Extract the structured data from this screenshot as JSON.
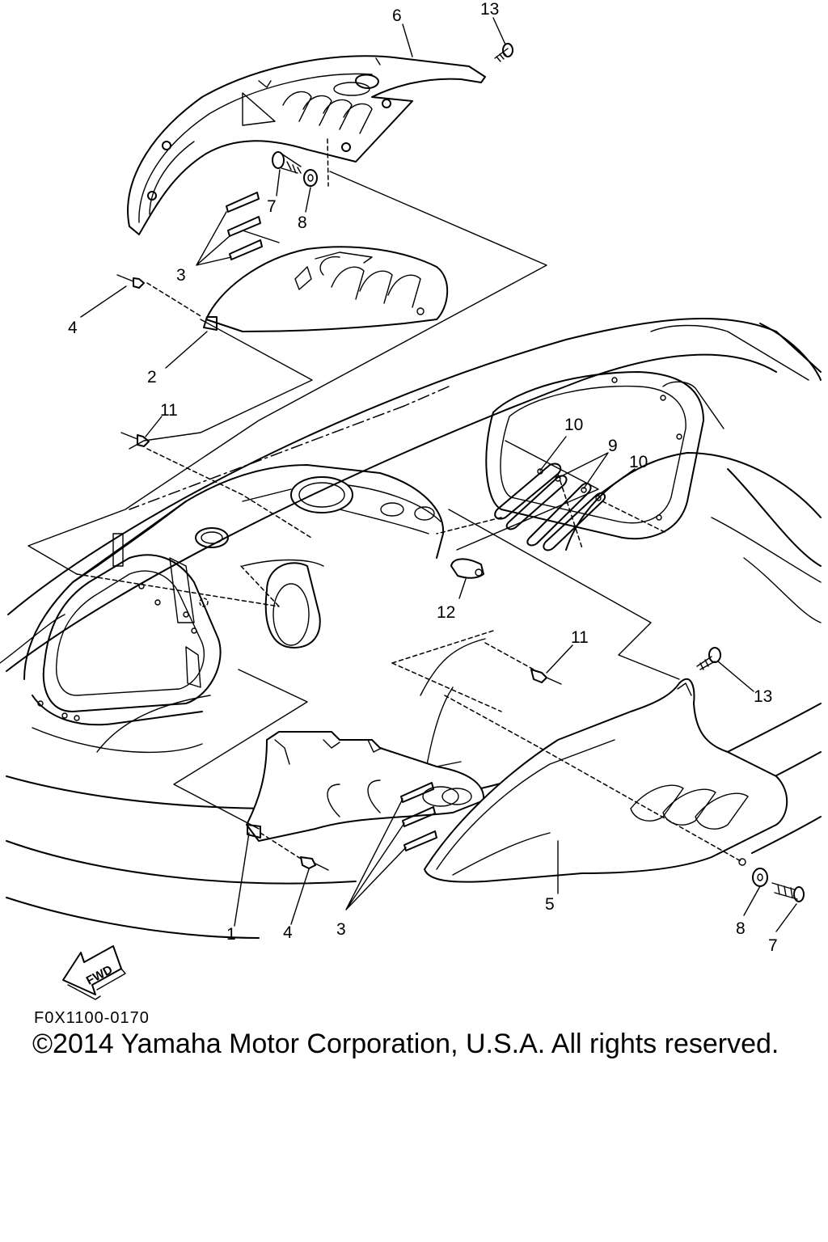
{
  "diagram": {
    "callouts": {
      "c1": "1",
      "c2": "2",
      "c3a": "3",
      "c3b": "3",
      "c4a": "4",
      "c4b": "4",
      "c5": "5",
      "c6": "6",
      "c7a": "7",
      "c7b": "7",
      "c8a": "8",
      "c8b": "8",
      "c9": "9",
      "c10a": "10",
      "c10b": "10",
      "c11a": "11",
      "c11b": "11",
      "c12": "12",
      "c13a": "13",
      "c13b": "13"
    },
    "fwd_label": "FWD"
  },
  "footer": {
    "ref_code": "F0X1100-0170",
    "copyright": "©2014 Yamaha Motor Corporation, U.S.A. All rights reserved."
  }
}
